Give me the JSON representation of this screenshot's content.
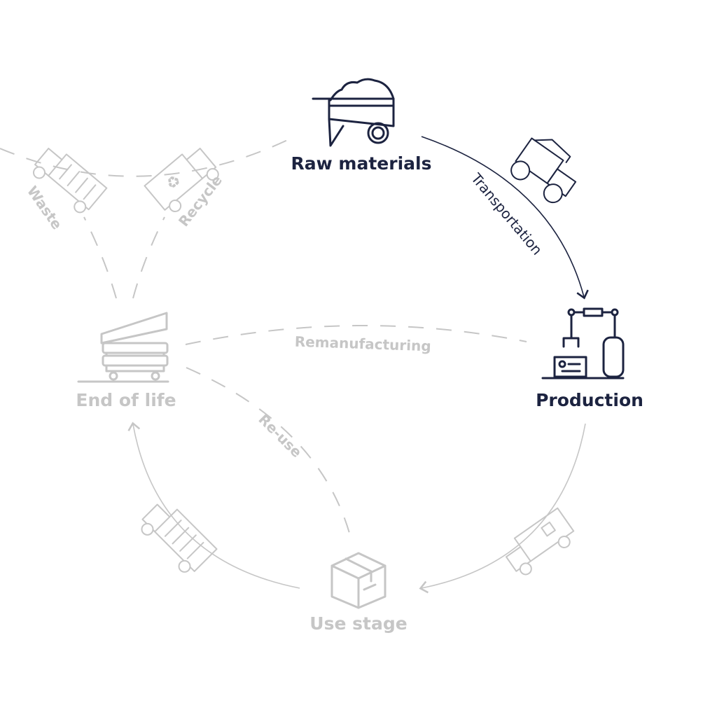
{
  "colors": {
    "active": "#1c2340",
    "inactive": "#c6c6c6"
  },
  "stages": {
    "raw_materials": "Raw materials",
    "production": "Production",
    "use_stage": "Use stage",
    "end_of_life": "End of life"
  },
  "flows": {
    "transportation": "Transportation",
    "remanufacturing": "Remanufacturing",
    "reuse": "Re-use",
    "waste": "Waste",
    "recycle": "Recycle"
  }
}
